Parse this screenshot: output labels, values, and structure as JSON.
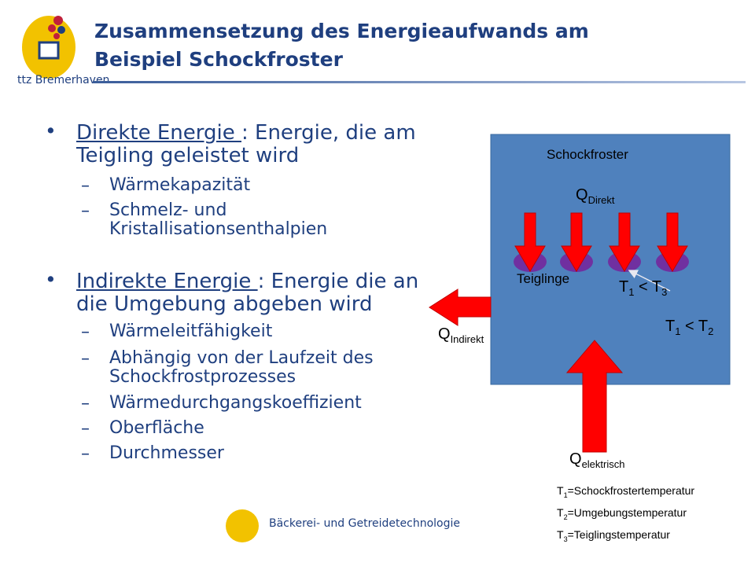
{
  "logo": {
    "label": "ttz Bremerhaven"
  },
  "title": {
    "line1": "Zusammensetzung des Energieaufwands am",
    "line2": "Beispiel Schockfroster"
  },
  "left": {
    "bullet_glyph": "•",
    "dash_glyph": "–",
    "direct": {
      "term": "Direkte Energie ",
      "rest1": ": Energie, die am",
      "line2": "Teigling geleistet wird"
    },
    "direct_items": [
      {
        "line1": "Wärmekapazität",
        "line2": ""
      },
      {
        "line1": "Schmelz- und",
        "line2": "Kristallisationsenthalpien"
      }
    ],
    "indirect": {
      "term": "Indirekte Energie ",
      "rest1": ": Energie die an",
      "line2": "die Umgebung abgeben wird"
    },
    "indirect_items": [
      {
        "line1": "Wärmeleitfähigkeit",
        "line2": ""
      },
      {
        "line1": "Abhängig von der Laufzeit des",
        "line2": "Schockfrostprozesses"
      },
      {
        "line1": "Wärmedurchgangskoeffizient",
        "line2": ""
      },
      {
        "line1": "Oberfläche",
        "line2": ""
      },
      {
        "line1": "Durchmesser",
        "line2": ""
      }
    ]
  },
  "diagram": {
    "box_label": "Schockfroster",
    "q_direkt": {
      "main": "Q",
      "sub": "Direkt"
    },
    "teiglinge": "Teiglinge",
    "t1_t3": {
      "a": "T",
      "a_sub": "1",
      "op": " < T",
      "b_sub": "3"
    },
    "t1_t2": {
      "a": "T",
      "a_sub": "1",
      "op": " < T",
      "b_sub": "2"
    },
    "q_indirekt": {
      "main": "Q",
      "sub": "Indirekt"
    },
    "q_elektrisch": {
      "main": "Q",
      "sub": "elektrisch"
    },
    "colors": {
      "box": "#4f81bd",
      "arrow": "#ff0000",
      "dough": "#7030a0"
    }
  },
  "legend": [
    {
      "sym": "T",
      "sub": "1",
      "text": "=Schockfrostertemperatur"
    },
    {
      "sym": "T",
      "sub": "2",
      "text": "=Umgebungstemperatur"
    },
    {
      "sym": "T",
      "sub": "3",
      "text": "=Teiglingstemperatur"
    }
  ],
  "footer": {
    "text": "Bäckerei- und Getreidetechnologie"
  }
}
